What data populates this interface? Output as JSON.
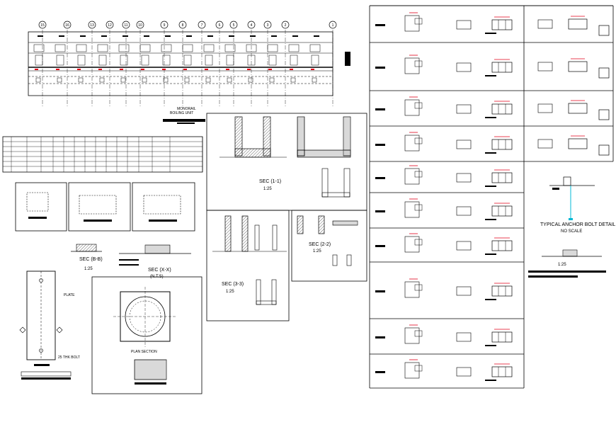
{
  "grid_bubbles_top": [
    "15",
    "16",
    "13",
    "12",
    "11",
    "10",
    "9",
    "8",
    "7",
    "6",
    "5",
    "4",
    "3",
    "2",
    "1"
  ],
  "section_labels": {
    "sec11": "SEC (1-1)",
    "sec11_scale": "1:25",
    "sec22": "SEC (2-2)",
    "sec22_scale": "1:25",
    "sec33": "SEC (3-3)",
    "sec33_scale": "1:25",
    "secBB": "SEC (B-B)",
    "secBB_scale": "1:25",
    "secXX": "SEC (X-X)",
    "secXX_scale": "(N.T.S)"
  },
  "anchor_bolt": {
    "title": "TYPICAL ANCHOR BOLT DETAIL",
    "scale": "NO SCALE",
    "scale2": "1:25"
  },
  "colors": {
    "line": "#000000",
    "accent_red": "#e0001a",
    "accent_cyan": "#00b8d4",
    "hatch": "#555555"
  }
}
